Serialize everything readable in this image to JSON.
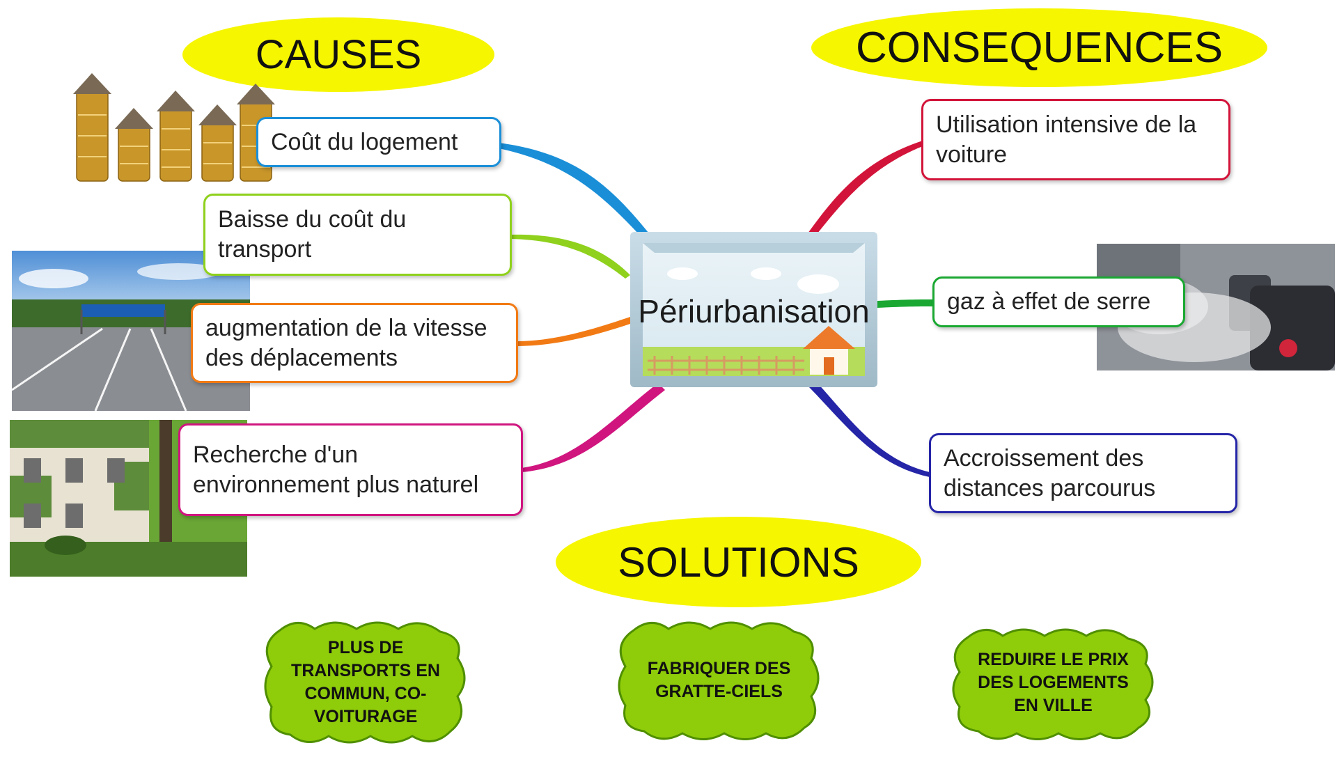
{
  "central": {
    "label": "Périurbanisation"
  },
  "headings": {
    "causes": "CAUSES",
    "consequences": "CONSEQUENCES",
    "solutions": "SOLUTIONS"
  },
  "causes": [
    {
      "label": "Coût du logement",
      "color": "#1a8fd8"
    },
    {
      "label": "Baisse du coût du transport",
      "color": "#8fd11c"
    },
    {
      "label": "augmentation de la vitesse des déplacements",
      "color": "#f27a14"
    },
    {
      "label": "Recherche d'un environnement plus naturel",
      "color": "#d0157f"
    }
  ],
  "consequences": [
    {
      "label": "Utilisation intensive de la voiture",
      "color": "#d3143a"
    },
    {
      "label": "gaz à effet de serre",
      "color": "#1aa832"
    },
    {
      "label": "Accroissement des distances parcourus",
      "color": "#2525a8"
    }
  ],
  "solutions": [
    {
      "label": "PLUS DE TRANSPORTS EN COMMUN, CO-VOITURAGE"
    },
    {
      "label": "FABRIQUER DES GRATTE-CIELS"
    },
    {
      "label": "REDUIRE LE PRIX DES LOGEMENTS EN VILLE"
    }
  ],
  "colors": {
    "heading_fill": "#f6f600",
    "solution_fill": "#8fcc0a",
    "solution_border": "#4f8f00"
  }
}
